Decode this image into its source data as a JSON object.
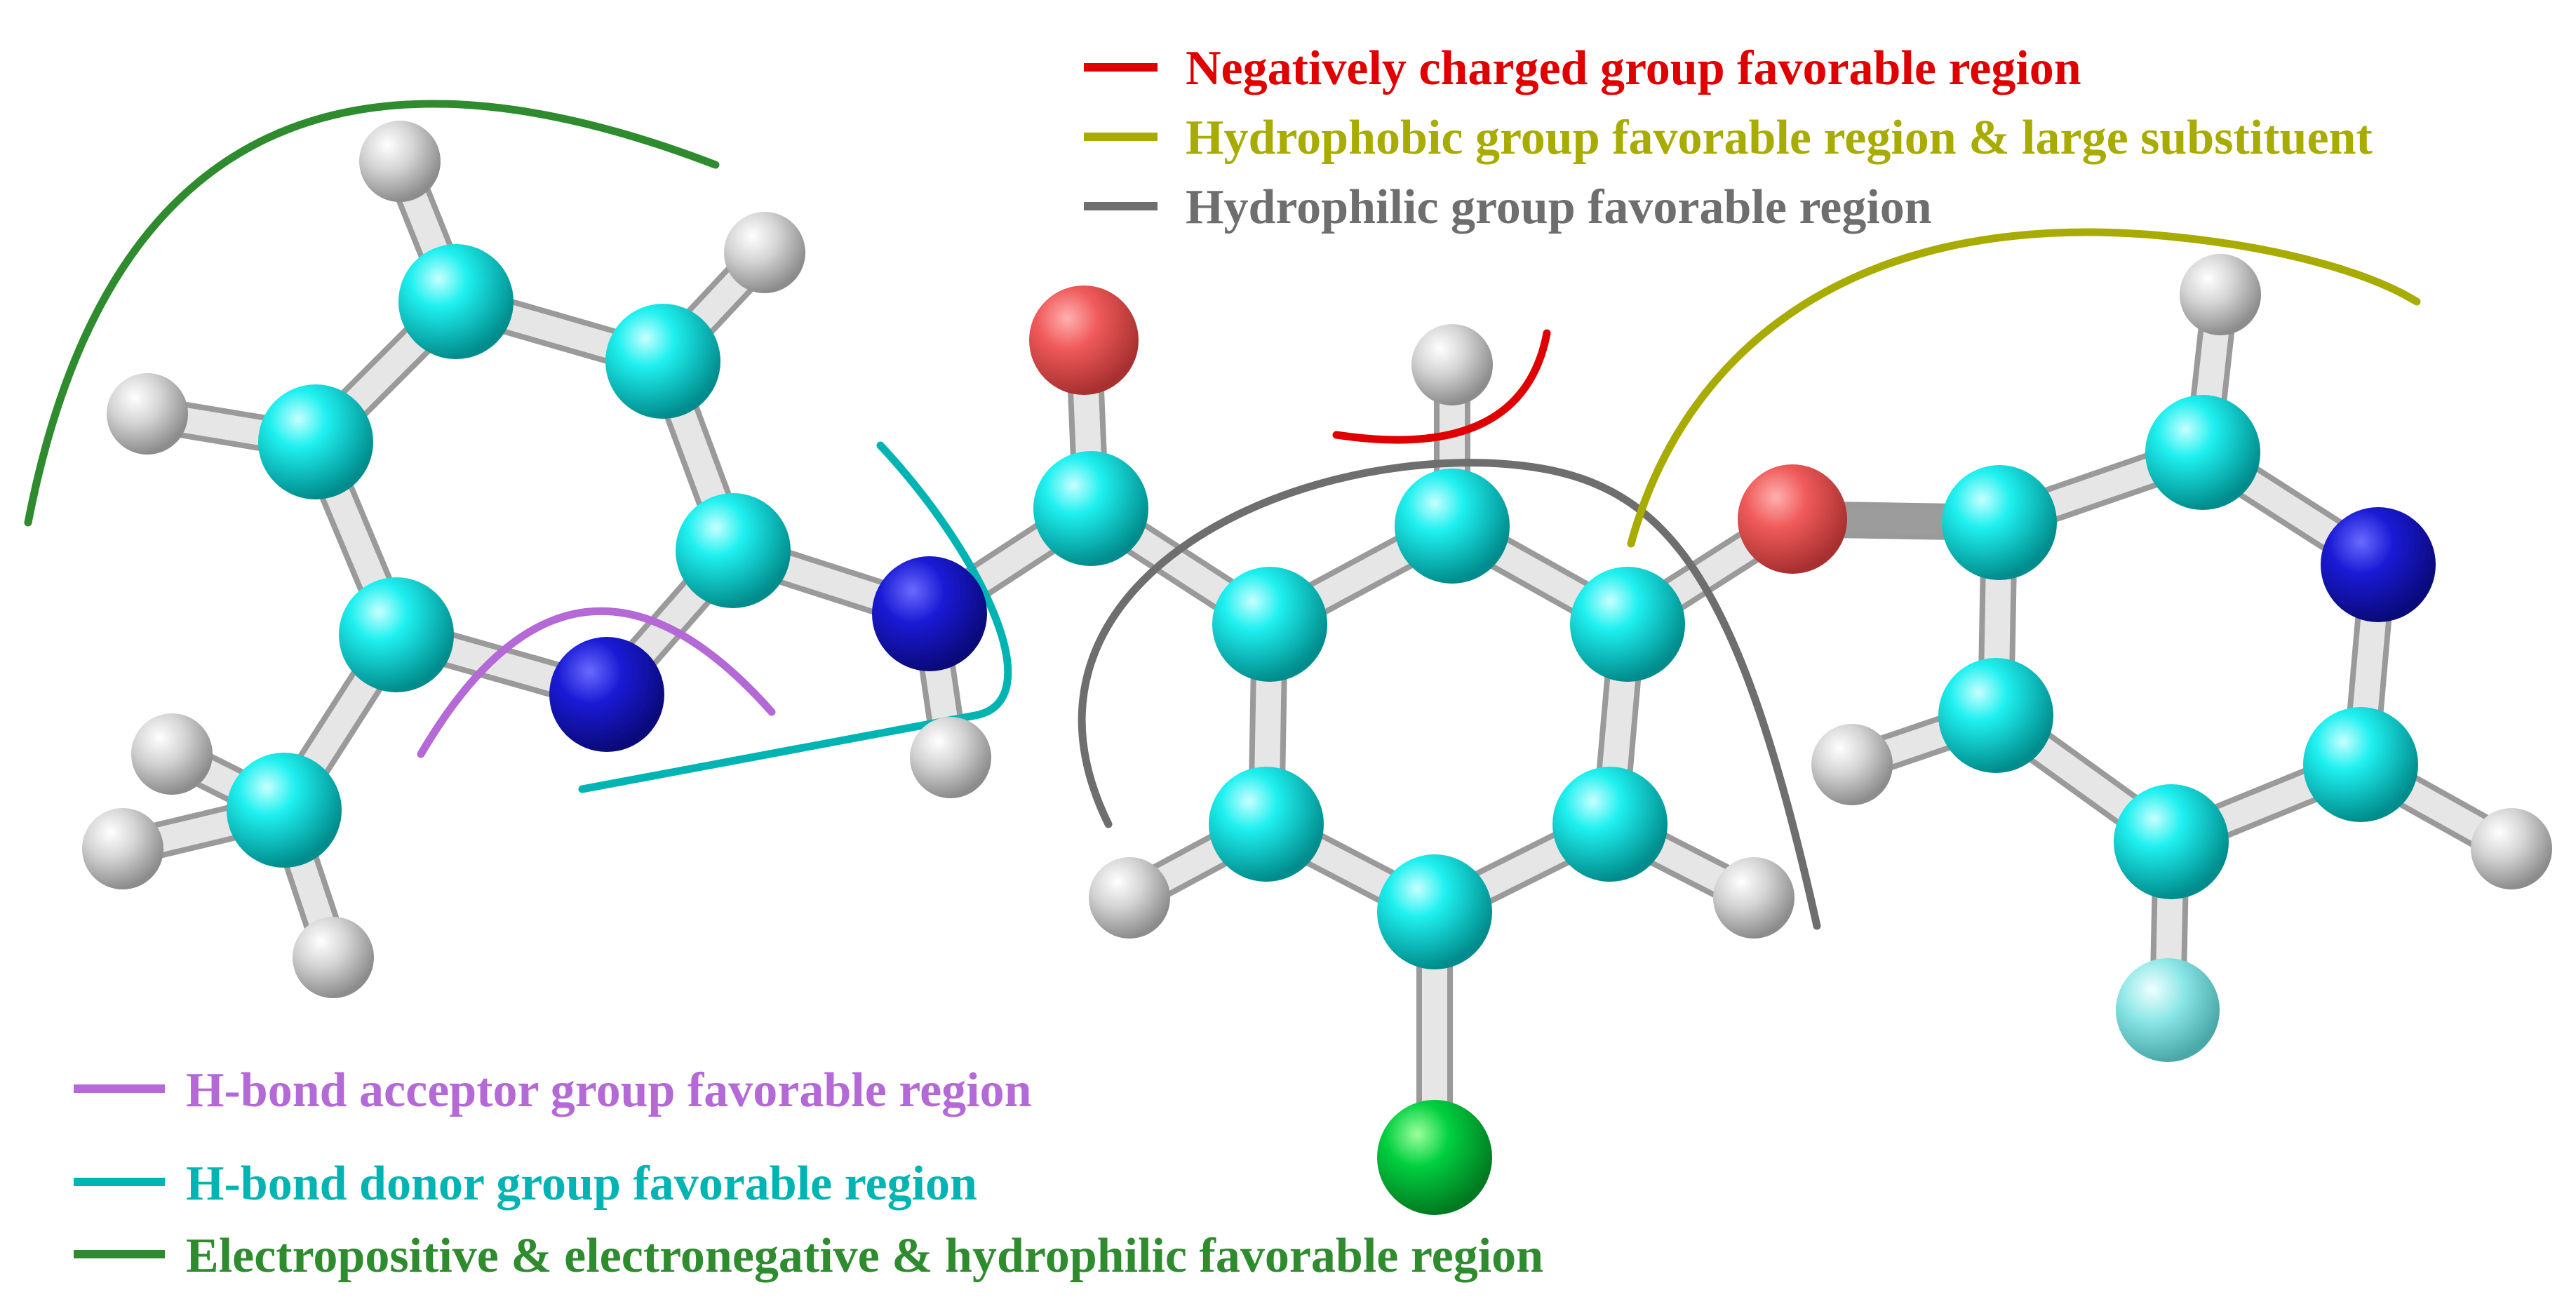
{
  "colors": {
    "carbon": "#00e0e0",
    "hydrogen": "#d0d0d0",
    "nitrogen": "#1a1ad6",
    "oxygen": "#f05a5a",
    "chlorine": "#00d040",
    "fluorine": "#8ae6e6",
    "bond": "#e0e0e0",
    "negative": "#e00000",
    "hydrophobic": "#a8ab00",
    "hydrophilic": "#6e6e6e",
    "hbond_acceptor": "#b469d6",
    "hbond_donor": "#00b4b4",
    "electro": "#2e8b2e"
  },
  "legend": {
    "top": [
      {
        "key": "negative",
        "label": "Negatively charged group favorable region"
      },
      {
        "key": "hydrophobic",
        "label": "Hydrophobic group favorable region & large substituent"
      },
      {
        "key": "hydrophilic",
        "label": "Hydrophilic group favorable region"
      }
    ],
    "bottom": [
      {
        "key": "hbond_acceptor",
        "label": "H-bond acceptor group favorable region"
      },
      {
        "key": "hbond_donor",
        "label": "H-bond donor group favorable region"
      },
      {
        "key": "electro",
        "label": "Electropositive & electronegative & hydrophilic favorable region"
      }
    ]
  }
}
